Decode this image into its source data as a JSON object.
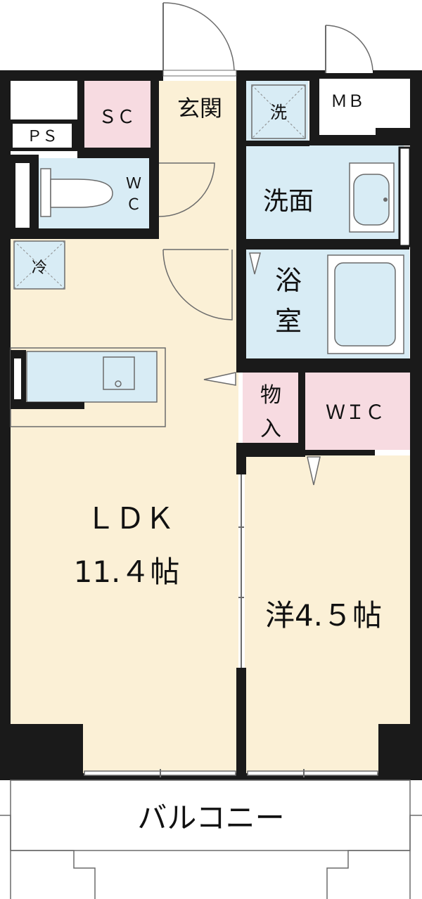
{
  "rooms": {
    "sc": "ＳＣ",
    "entrance": "玄関",
    "washer": "洗",
    "mb": "ＭＢ",
    "ps": "ＰＳ",
    "wc_line1": "Ｗ",
    "wc_line2": "Ｃ",
    "washroom": "洗面",
    "fridge": "冷",
    "bath_line1": "浴",
    "bath_line2": "室",
    "storage_line1": "物",
    "storage_line2": "入",
    "wic": "ＷＩＣ",
    "ldk_line1": "ＬＤＫ",
    "ldk_line2": "11.４帖",
    "western": "洋4.５帖",
    "balcony": "バルコニー"
  },
  "colors": {
    "wall": "#1a1a1a",
    "floor": "#fbf0d6",
    "wet": "#d8ecf5",
    "storage": "#f7dbe1",
    "outline": "#6b6b6b"
  }
}
